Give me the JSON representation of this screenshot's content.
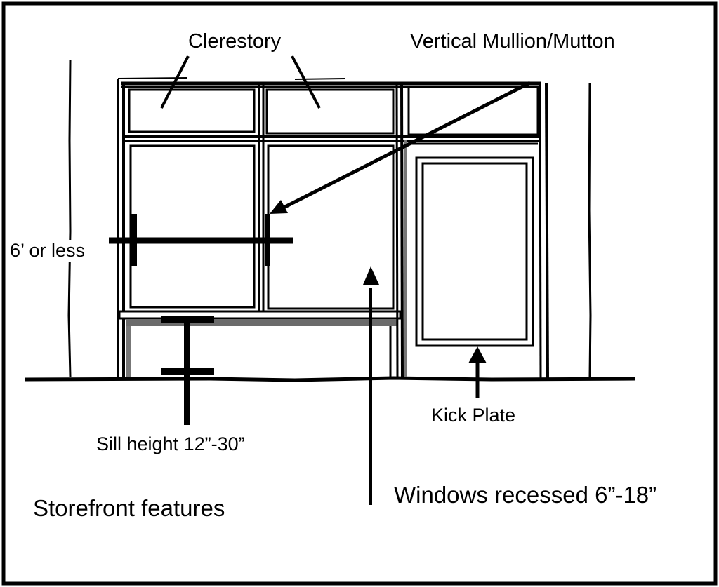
{
  "diagram": {
    "title": "Storefront features",
    "labels": {
      "clerestory": "Clerestory",
      "vertical_mullion": "Vertical Mullion/Mutton",
      "max_width": "6’ or less",
      "kick_plate": "Kick Plate",
      "sill_height": "Sill height 12”-30”",
      "windows_recessed": "Windows recessed 6”-18”"
    },
    "colors": {
      "ink": "#000000",
      "background": "#ffffff",
      "shadow": "#6b6b6b"
    }
  }
}
